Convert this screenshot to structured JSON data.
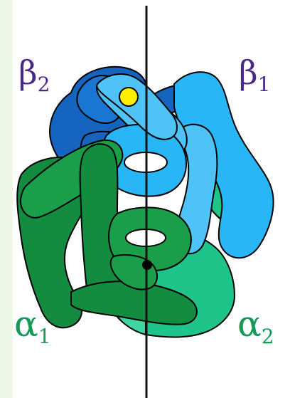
{
  "labels": {
    "beta2": {
      "symbol": "β",
      "subscript": "2"
    },
    "beta1": {
      "symbol": "β",
      "subscript": "1"
    },
    "alpha1": {
      "symbol": "α",
      "subscript": "1"
    },
    "alpha2": {
      "symbol": "α",
      "subscript": "2"
    }
  },
  "colors": {
    "background_tint": "#eef8e8",
    "beta2_dark": "#1565c0",
    "beta2_mid": "#1976d2",
    "beta1_light": "#29b6f6",
    "beta1_lighter": "#4fc3f7",
    "alpha1_dark": "#138c40",
    "alpha1_mid": "#1a9e4a",
    "alpha2_light": "#1fc48a",
    "alpha2_lighter": "#3dd6a0",
    "label_purple": "#4b2a86",
    "label_green": "#139a55",
    "axis_line": "#111111",
    "heme_marker": "#ffee00",
    "center_dot": "#000000"
  }
}
